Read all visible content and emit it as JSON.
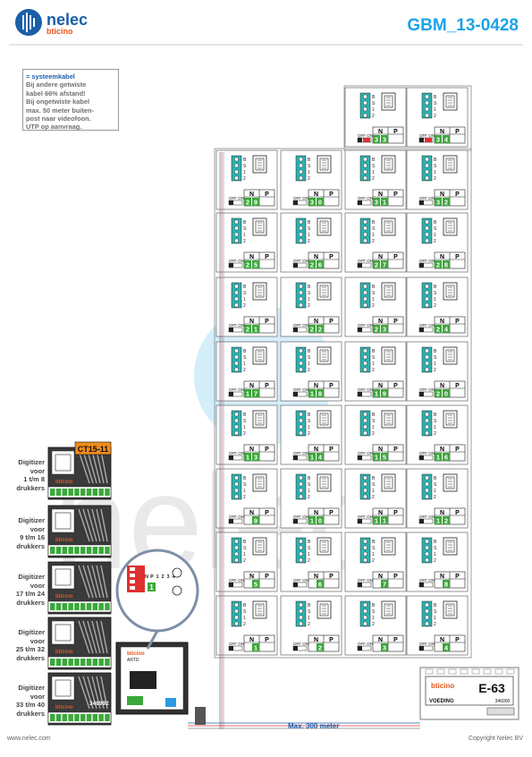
{
  "header": {
    "logo_name": "nelec",
    "logo_brand": "bticino",
    "doc_id": "GBM_13-0428"
  },
  "note": {
    "lines": [
      "= systeemkabel",
      "Bij andere getwiste",
      "kabel 66% afstand!",
      "Bij ongetwiste kabel",
      "max. 50 meter buiten-",
      "post naar videofoon.",
      "UTP op aanvraag."
    ]
  },
  "digitizers": [
    {
      "lines": [
        "Digitizer",
        "voor",
        "1 t/m 8",
        "drukkers"
      ]
    },
    {
      "lines": [
        "Digitizer",
        "voor",
        "9 t/m 16",
        "drukkers"
      ]
    },
    {
      "lines": [
        "Digitizer",
        "voor",
        "17 t/m 24",
        "drukkers"
      ]
    },
    {
      "lines": [
        "Digitizer",
        "voor",
        "25 t/m 32",
        "drukkers"
      ]
    },
    {
      "lines": [
        "Digitizer",
        "voor",
        "33 t/m 40",
        "drukkers"
      ]
    }
  ],
  "digitizer_product": "346992",
  "module_label": "CT15-11",
  "panel_brand": "bticino",
  "panel_code": "ARTD",
  "psu": {
    "brand": "bticino",
    "model": "E-63",
    "label": "VOEDING",
    "code": "346000"
  },
  "dip_labels": [
    "N",
    "P"
  ],
  "switch_label": "OFF ON",
  "units": [
    {
      "n": "33"
    },
    {
      "n": "34"
    },
    {
      "n": "29"
    },
    {
      "n": "30"
    },
    {
      "n": "31"
    },
    {
      "n": "32"
    },
    {
      "n": "25"
    },
    {
      "n": "26"
    },
    {
      "n": "27"
    },
    {
      "n": "28"
    },
    {
      "n": "21"
    },
    {
      "n": "22"
    },
    {
      "n": "23"
    },
    {
      "n": "24"
    },
    {
      "n": "17"
    },
    {
      "n": "18"
    },
    {
      "n": "19"
    },
    {
      "n": "20"
    },
    {
      "n": "13"
    },
    {
      "n": "14"
    },
    {
      "n": "15"
    },
    {
      "n": "16"
    },
    {
      "n": "9"
    },
    {
      "n": "10"
    },
    {
      "n": "11"
    },
    {
      "n": "12"
    },
    {
      "n": "5"
    },
    {
      "n": "6"
    },
    {
      "n": "7"
    },
    {
      "n": "8"
    },
    {
      "n": "1"
    },
    {
      "n": "2"
    },
    {
      "n": "3"
    },
    {
      "n": "4"
    }
  ],
  "zoom_labels": [
    "N",
    "P",
    "1",
    "2",
    "3",
    "4"
  ],
  "zoom_digit": "1",
  "max_distance": "Max. 300 meter",
  "footer": {
    "left": "www.nelec.com",
    "right": "Copyright Nelec BV"
  },
  "colors": {
    "accent": "#1aa3e8",
    "brand": "#1b5fa8",
    "green": "#3aa83a",
    "red": "#e03030",
    "orange": "#f08c1a"
  }
}
